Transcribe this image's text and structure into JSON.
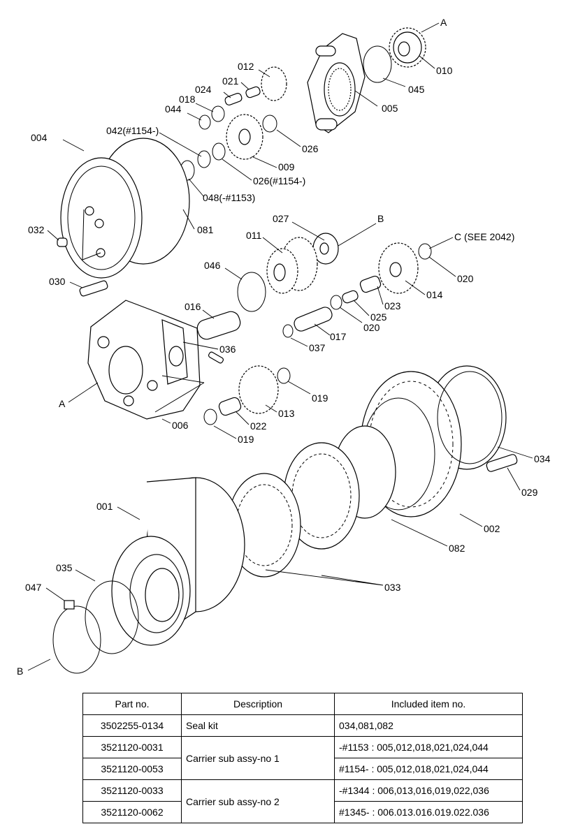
{
  "labels": [
    {
      "text": "A"
    },
    {
      "text": "010"
    },
    {
      "text": "045"
    },
    {
      "text": "005"
    },
    {
      "text": "012"
    },
    {
      "text": "021"
    },
    {
      "text": "024"
    },
    {
      "text": "018"
    },
    {
      "text": "044"
    },
    {
      "text": "026"
    },
    {
      "text": "009"
    },
    {
      "text": "042(#1154-)"
    },
    {
      "text": "026(#1154-)"
    },
    {
      "text": "004"
    },
    {
      "text": "048(-#1153)"
    },
    {
      "text": "032"
    },
    {
      "text": "081"
    },
    {
      "text": "027"
    },
    {
      "text": "B"
    },
    {
      "text": "011"
    },
    {
      "text": "C (SEE 2042)"
    },
    {
      "text": "046"
    },
    {
      "text": "020"
    },
    {
      "text": "030"
    },
    {
      "text": "014"
    },
    {
      "text": "023"
    },
    {
      "text": "025"
    },
    {
      "text": "016"
    },
    {
      "text": "020"
    },
    {
      "text": "017"
    },
    {
      "text": "037"
    },
    {
      "text": "036"
    },
    {
      "text": "019"
    },
    {
      "text": "A"
    },
    {
      "text": "013"
    },
    {
      "text": "006"
    },
    {
      "text": "022"
    },
    {
      "text": "019"
    },
    {
      "text": "034"
    },
    {
      "text": "029"
    },
    {
      "text": "001"
    },
    {
      "text": "002"
    },
    {
      "text": "082"
    },
    {
      "text": "035"
    },
    {
      "text": "033"
    },
    {
      "text": "047"
    },
    {
      "text": "B"
    }
  ],
  "table": {
    "headers": [
      "Part no.",
      "Description",
      "Included item no."
    ],
    "rows": [
      {
        "part": "3502255-0134",
        "desc": "Seal kit",
        "items": "034,081,082"
      },
      {
        "part": "3521120-0031",
        "desc": "Carrier sub assy-no 1",
        "items": "-#1153 : 005,012,018,021,024,044"
      },
      {
        "part": "3521120-0053",
        "items": "#1154- : 005,012,018,021,024,044"
      },
      {
        "part": "3521120-0033",
        "desc": "Carrier sub assy-no 2",
        "items": "-#1344 : 006,013,016,019,022,036"
      },
      {
        "part": "3521120-0062",
        "items": "#1345- : 006.013.016.019.022.036"
      }
    ]
  }
}
